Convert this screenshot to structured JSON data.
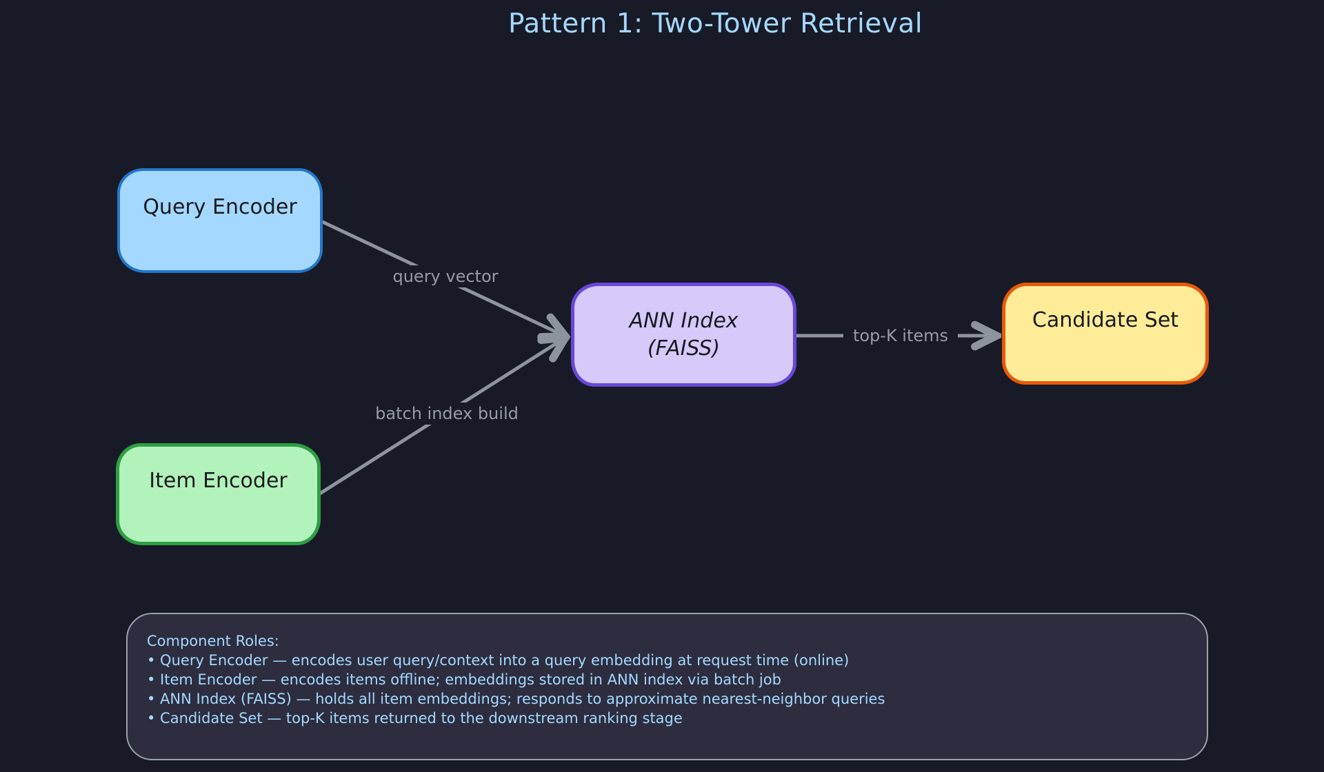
{
  "title": "Pattern 1: Two-Tower Retrieval",
  "colors": {
    "bg": "#181b27",
    "panel": "#2d2d3f",
    "panelBorder": "#9aa2a9",
    "blueText": "#a5d8ff",
    "grayLine": "#8d949e",
    "grayText": "#959ca7",
    "nodeText": "#191a1f",
    "blueFill": "#a5d8ff",
    "blueBorder": "#2277cb",
    "greenFill": "#b2f2bb",
    "greenBorder": "#2f9e44",
    "purpleFill": "#d8c9fb",
    "purpleBorder": "#6848d8",
    "yellowFill": "#ffec99",
    "yellowBorder": "#e8590c"
  },
  "nodes": {
    "query_encoder": {
      "label": "Query Encoder"
    },
    "item_encoder": {
      "label": "Item Encoder"
    },
    "ann_index": {
      "label_line1": "ANN Index",
      "label_line2": "(FAISS)"
    },
    "candidate_set": {
      "label": "Candidate Set"
    }
  },
  "edges": {
    "query_to_ann": {
      "label": "query vector"
    },
    "item_to_ann": {
      "label": "batch index build"
    },
    "ann_to_candidate": {
      "label": "top-K items"
    }
  },
  "notes": {
    "heading": "Component Roles:",
    "bullets": [
      "• Query Encoder — encodes user query/context into a query embedding at request time (online)",
      "• Item Encoder — encodes items offline; embeddings stored in ANN index via batch job",
      "• ANN Index (FAISS) — holds all item embeddings; responds to approximate nearest-neighbor queries",
      "• Candidate Set — top-K items returned to the downstream ranking stage"
    ]
  }
}
